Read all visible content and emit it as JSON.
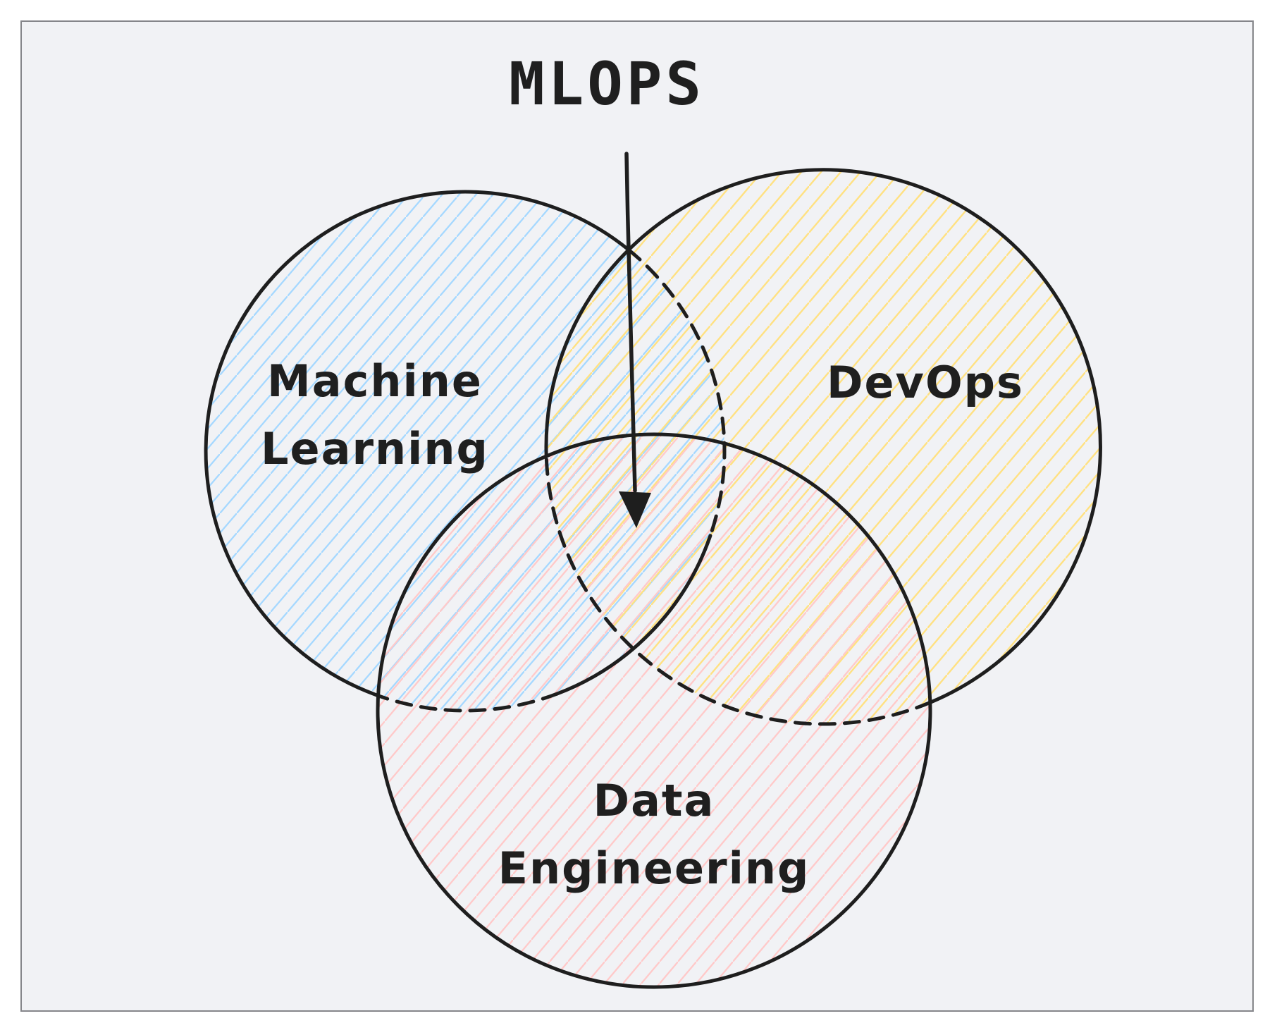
{
  "frame": {
    "background": "#f1f2f5",
    "border_color": "#85868a",
    "outer_background": "#ffffff"
  },
  "stroke_color": "#1e1e1e",
  "title": {
    "text": "MLOPS"
  },
  "arrow": {
    "icon": "arrow-down-icon",
    "points_to": "center-intersection"
  },
  "circles": {
    "machine_learning": {
      "label": [
        "Machine",
        "Learning"
      ],
      "hatch_color": "#a5d8ff"
    },
    "devops": {
      "label": "DevOps",
      "hatch_color": "#ffe182"
    },
    "data_engineering": {
      "label": [
        "Data",
        "Engineering"
      ],
      "hatch_color": "#ffc9c9"
    }
  }
}
